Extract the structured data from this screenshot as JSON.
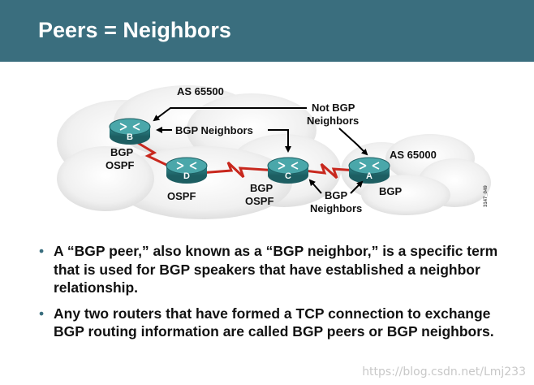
{
  "title": "Peers = Neighbors",
  "diagram": {
    "as_left": "AS 65500",
    "as_right": "AS 65000",
    "router_b": {
      "letter": "B",
      "protocols": [
        "BGP",
        "OSPF"
      ]
    },
    "router_d": {
      "letter": "D",
      "protocols": [
        "OSPF"
      ]
    },
    "router_c": {
      "letter": "C",
      "protocols": [
        "BGP",
        "OSPF"
      ]
    },
    "router_a": {
      "letter": "A",
      "protocols": [
        "BGP"
      ]
    },
    "label_not_bgp": [
      "Not BGP",
      "Neighbors"
    ],
    "label_bgp_neighbors_top": "BGP Neighbors",
    "label_bgp_neighbors_bottom": [
      "BGP",
      "Neighbors"
    ],
    "figure_code": "3147_049"
  },
  "bullets": [
    "A “BGP peer,” also known as a “BGP neighbor,” is a specific term that is used for BGP speakers that have established a neighbor relationship.",
    "Any two routers that have formed a TCP connection to exchange BGP routing information are called BGP peers or BGP neighbors."
  ],
  "watermark": "https://blog.csdn.net/Lmj233",
  "colors": {
    "title_bar": "#3a6e7e",
    "router_body": "#2f8c90",
    "wan_link": "#c8281e"
  }
}
